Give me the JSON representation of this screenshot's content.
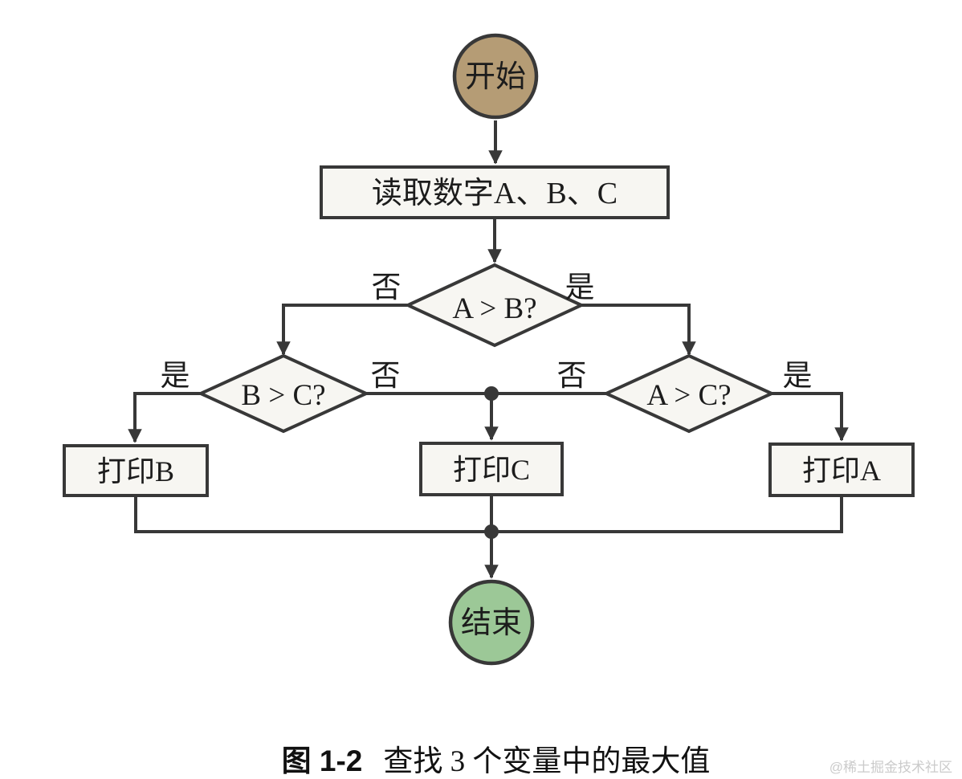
{
  "diagram": {
    "start": {
      "label": "开始"
    },
    "read_numbers": {
      "label": "读取数字A、B、C"
    },
    "cond_a_gt_b": {
      "label": "A > B?",
      "no": "否",
      "yes": "是"
    },
    "cond_b_gt_c": {
      "label": "B > C?",
      "yes": "是",
      "no": "否"
    },
    "cond_a_gt_c": {
      "label": "A > C?",
      "no": "否",
      "yes": "是"
    },
    "print_b": {
      "label": "打印B"
    },
    "print_c": {
      "label": "打印C"
    },
    "print_a": {
      "label": "打印A"
    },
    "end": {
      "label": "结束"
    }
  },
  "caption": {
    "figure_label": "图 1-2",
    "title": "查找 3 个变量中的最大值"
  },
  "watermark": "@稀土掘金技术社区",
  "colors": {
    "start_fill": "#b59c75",
    "end_fill": "#9cc897",
    "shape_fill": "#f7f6f2",
    "line": "#383838"
  }
}
